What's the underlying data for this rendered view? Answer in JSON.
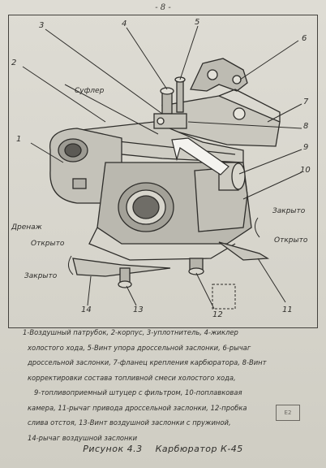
{
  "page_number": "- 8 -",
  "callouts": [
    "1",
    "2",
    "3",
    "4",
    "5",
    "6",
    "7",
    "8",
    "9",
    "10",
    "11",
    "12",
    "13",
    "14"
  ],
  "labels": {
    "sufler": "Суфлер",
    "drenazh": "Дренаж",
    "otkryto_left": "Открыто",
    "zakryto_left": "Закрыто",
    "zakryto_right": "Закрыто",
    "otkryto_right": "Открыто"
  },
  "legend_lines": [
    "1-Воздушный патрубок, 2-корпус, 3-уплотнитель, 4-жиклер",
    "холостого хода, 5-Винт упора дроссельной заслонки, 6-рычаг",
    "дроссельной заслонки, 7-фланец крепления карбюратора, 8-Винт",
    "корректировки состава топливной смеси холостого хода,",
    "9-топливоприемный штуцер с фильтром, 10-поплавковая",
    "камера, 11-рычаг привода дроссельной заслонки, 12-пробка",
    "слива отстоя, 13-Винт воздушной заслонки с пружиной,",
    "14-рычаг воздушной заслонки"
  ],
  "caption": {
    "prefix": "Рисунок 4.3",
    "title": "Карбюратор К-45"
  },
  "stamp_text": "Е2"
}
